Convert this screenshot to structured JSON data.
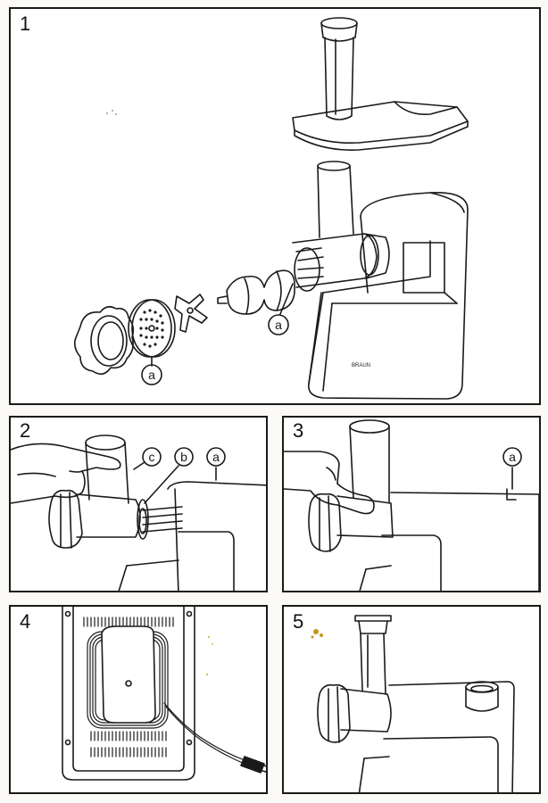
{
  "panels": [
    {
      "number": "1"
    },
    {
      "number": "2"
    },
    {
      "number": "3"
    },
    {
      "number": "4"
    },
    {
      "number": "5"
    }
  ],
  "callouts": {
    "a": "a",
    "b": "b",
    "c": "c"
  },
  "brand_mark": "BRAUN",
  "colors": {
    "line": "#1a1a1a",
    "paper": "#ffffff"
  }
}
